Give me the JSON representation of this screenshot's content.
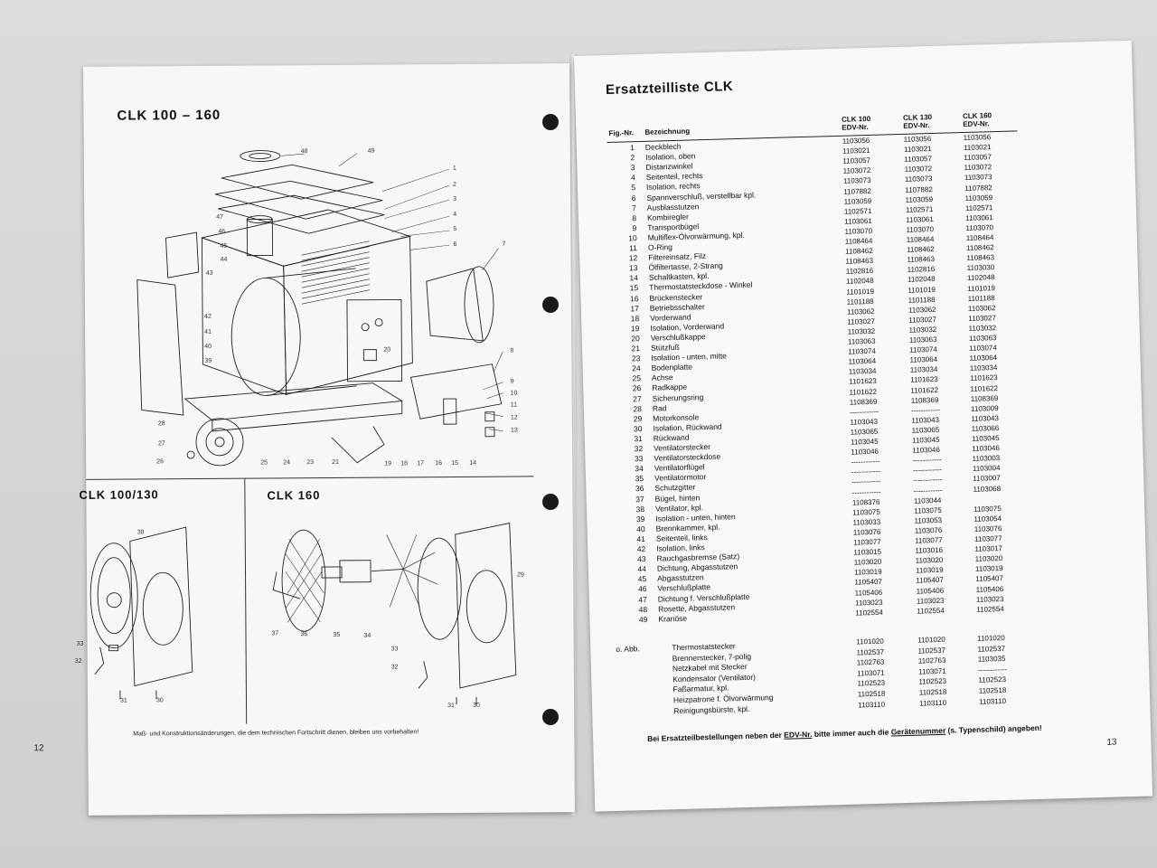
{
  "left": {
    "title": "CLK  100 – 160",
    "sub_left_title": "CLK 100/130",
    "sub_right_title": "CLK 160",
    "footnote": "Maß- und Konstruktionsänderungen, die dem technischen Fortschritt dienen, bleiben uns vorbehalten!",
    "page_number": "12",
    "callouts_main": [
      "48",
      "49",
      "1",
      "2",
      "3",
      "4",
      "5",
      "6",
      "7",
      "47",
      "46",
      "45",
      "44",
      "43",
      "42",
      "41",
      "40",
      "39",
      "8",
      "9",
      "10",
      "11",
      "12",
      "13",
      "28",
      "27",
      "26",
      "25",
      "24",
      "23",
      "21",
      "19",
      "18",
      "17",
      "16",
      "15",
      "14",
      "20"
    ],
    "callouts_sub_left": [
      "38",
      "33",
      "32",
      "31",
      "30"
    ],
    "callouts_sub_right": [
      "29",
      "37",
      "36",
      "35",
      "34",
      "33",
      "32",
      "31",
      "30"
    ]
  },
  "right": {
    "title": "Ersatzteilliste  CLK",
    "header": {
      "fig": "Fig.-Nr.",
      "desc": "Bezeichnung",
      "a_model": "CLK 100",
      "a_edv": "EDV-Nr.",
      "b_model": "CLK 130",
      "b_edv": "EDV-Nr.",
      "c_model": "CLK 160",
      "c_edv": "EDV-Nr."
    },
    "parts": [
      {
        "no": "1",
        "desc": "Deckblech",
        "a": "1103056",
        "b": "1103056",
        "c": "1103056"
      },
      {
        "no": "2",
        "desc": "Isolation, oben",
        "a": "1103021",
        "b": "1103021",
        "c": "1103021"
      },
      {
        "no": "3",
        "desc": "Distanzwinkel",
        "a": "1103057",
        "b": "1103057",
        "c": "1103057"
      },
      {
        "no": "4",
        "desc": "Seitenteil, rechts",
        "a": "1103072",
        "b": "1103072",
        "c": "1103072"
      },
      {
        "no": "5",
        "desc": "Isolation, rechts",
        "a": "1103073",
        "b": "1103073",
        "c": "1103073"
      },
      {
        "no": "6",
        "desc": "Spannverschluß, verstellbar kpl.",
        "a": "1107882",
        "b": "1107882",
        "c": "1107882"
      },
      {
        "no": "7",
        "desc": "Ausblasstutzen",
        "a": "1103059",
        "b": "1103059",
        "c": "1103059"
      },
      {
        "no": "8",
        "desc": "Kombiregler",
        "a": "1102571",
        "b": "1102571",
        "c": "1102571"
      },
      {
        "no": "9",
        "desc": "Transportbügel",
        "a": "1103061",
        "b": "1103061",
        "c": "1103061"
      },
      {
        "no": "10",
        "desc": "Multiflex-Ölvorwärmung, kpl.",
        "a": "1103070",
        "b": "1103070",
        "c": "1103070"
      },
      {
        "no": "11",
        "desc": "O-Ring",
        "a": "1108464",
        "b": "1108464",
        "c": "1108464"
      },
      {
        "no": "12",
        "desc": "Filtereinsatz, Filz",
        "a": "1108462",
        "b": "1108462",
        "c": "1108462"
      },
      {
        "no": "13",
        "desc": "Ölfiltertasse, 2-Strang",
        "a": "1108463",
        "b": "1108463",
        "c": "1108463"
      },
      {
        "no": "14",
        "desc": "Schaltkasten, kpl.",
        "a": "1102816",
        "b": "1102816",
        "c": "1103030"
      },
      {
        "no": "15",
        "desc": "Thermostatsteckdose - Winkel",
        "a": "1102048",
        "b": "1102048",
        "c": "1102048"
      },
      {
        "no": "16",
        "desc": "Brückenstecker",
        "a": "1101019",
        "b": "1101019",
        "c": "1101019"
      },
      {
        "no": "17",
        "desc": "Betriebsschalter",
        "a": "1101188",
        "b": "1101188",
        "c": "1101188"
      },
      {
        "no": "18",
        "desc": "Vorderwand",
        "a": "1103062",
        "b": "1103062",
        "c": "1103062"
      },
      {
        "no": "19",
        "desc": "Isolation, Vorderwand",
        "a": "1103027",
        "b": "1103027",
        "c": "1103027"
      },
      {
        "no": "20",
        "desc": "Verschlußkappe",
        "a": "1103032",
        "b": "1103032",
        "c": "1103032"
      },
      {
        "no": "21",
        "desc": "Stützfuß",
        "a": "1103063",
        "b": "1103063",
        "c": "1103063"
      },
      {
        "no": "23",
        "desc": "Isolation - unten, mitte",
        "a": "1103074",
        "b": "1103074",
        "c": "1103074"
      },
      {
        "no": "24",
        "desc": "Bodenplatte",
        "a": "1103064",
        "b": "1103064",
        "c": "1103064"
      },
      {
        "no": "25",
        "desc": "Achse",
        "a": "1103034",
        "b": "1103034",
        "c": "1103034"
      },
      {
        "no": "26",
        "desc": "Radkappe",
        "a": "1101623",
        "b": "1101623",
        "c": "1101623"
      },
      {
        "no": "27",
        "desc": "Sicherungsring",
        "a": "1101622",
        "b": "1101622",
        "c": "1101622"
      },
      {
        "no": "28",
        "desc": "Rad",
        "a": "1108369",
        "b": "1108369",
        "c": "1108369"
      },
      {
        "no": "29",
        "desc": "Motorkonsole",
        "a": "------------",
        "b": "------------",
        "c": "1103009"
      },
      {
        "no": "30",
        "desc": "Isolation, Rückwand",
        "a": "1103043",
        "b": "1103043",
        "c": "1103043"
      },
      {
        "no": "31",
        "desc": "Rückwand",
        "a": "1103065",
        "b": "1103065",
        "c": "1103066"
      },
      {
        "no": "32",
        "desc": "Ventilatorstecker",
        "a": "1103045",
        "b": "1103045",
        "c": "1103045"
      },
      {
        "no": "33",
        "desc": "Ventilatorsteckdose",
        "a": "1103046",
        "b": "1103046",
        "c": "1103046"
      },
      {
        "no": "34",
        "desc": "Ventilatorflügel",
        "a": "------------",
        "b": "------------",
        "c": "1103003"
      },
      {
        "no": "35",
        "desc": "Ventilatormotor",
        "a": "------------",
        "b": "------------",
        "c": "1103004"
      },
      {
        "no": "36",
        "desc": "Schutzgitter",
        "a": "------------",
        "b": "------------",
        "c": "1103007"
      },
      {
        "no": "37",
        "desc": "Bügel, hinten",
        "a": "------------",
        "b": "------------",
        "c": "1103068"
      },
      {
        "no": "38",
        "desc": "Ventilator, kpl.",
        "a": "1108376",
        "b": "1103044",
        "c": ""
      },
      {
        "no": "39",
        "desc": "Isolation - unten, hinten",
        "a": "1103075",
        "b": "1103075",
        "c": "1103075"
      },
      {
        "no": "40",
        "desc": "Brennkammer, kpl.",
        "a": "1103033",
        "b": "1103053",
        "c": "1103054"
      },
      {
        "no": "41",
        "desc": "Seitenteil, links",
        "a": "1103076",
        "b": "1103076",
        "c": "1103076"
      },
      {
        "no": "42",
        "desc": "Isolation, links",
        "a": "1103077",
        "b": "1103077",
        "c": "1103077"
      },
      {
        "no": "43",
        "desc": "Rauchgasbremse (Satz)",
        "a": "1103015",
        "b": "1103016",
        "c": "1103017"
      },
      {
        "no": "44",
        "desc": "Dichtung, Abgasstutzen",
        "a": "1103020",
        "b": "1103020",
        "c": "1103020"
      },
      {
        "no": "45",
        "desc": "Abgasstutzen",
        "a": "1103019",
        "b": "1103019",
        "c": "1103019"
      },
      {
        "no": "46",
        "desc": "Verschlußplatte",
        "a": "1105407",
        "b": "1105407",
        "c": "1105407"
      },
      {
        "no": "47",
        "desc": "Dichtung f. Verschlußplatte",
        "a": "1105406",
        "b": "1105406",
        "c": "1105406"
      },
      {
        "no": "48",
        "desc": "Rosette, Abgasstutzen",
        "a": "1103023",
        "b": "1103023",
        "c": "1103023"
      },
      {
        "no": "49",
        "desc": "Kranöse",
        "a": "1102554",
        "b": "1102554",
        "c": "1102554"
      }
    ],
    "extras": [
      {
        "no": "o. Abb.",
        "desc": "Thermostatstecker",
        "a": "1101020",
        "b": "1101020",
        "c": "1101020"
      },
      {
        "no": "",
        "desc": "Brennerstecker, 7-polig",
        "a": "1102537",
        "b": "1102537",
        "c": "1102537"
      },
      {
        "no": "",
        "desc": "Netzkabel mit Stecker",
        "a": "1102763",
        "b": "1102763",
        "c": "1103035"
      },
      {
        "no": "",
        "desc": "Kondensator (Ventilator)",
        "a": "1103071",
        "b": "1103071",
        "c": "------------"
      },
      {
        "no": "",
        "desc": "Faßarmatur, kpl.",
        "a": "1102523",
        "b": "1102523",
        "c": "1102523"
      },
      {
        "no": "",
        "desc": "Heizpatrone f. Ölvorwärmung",
        "a": "1102518",
        "b": "1102518",
        "c": "1102518"
      },
      {
        "no": "",
        "desc": "Reinigungsbürste, kpl.",
        "a": "1103110",
        "b": "1103110",
        "c": "1103110"
      }
    ],
    "bottom_note_a": "Bei Ersatzteilbestellungen neben der ",
    "bottom_note_edv": "EDV-Nr.",
    "bottom_note_b": " bitte immer auch die ",
    "bottom_note_geraet": "Gerätenummer",
    "bottom_note_c": " (s. Typenschild) angeben!",
    "page_number": "13"
  }
}
